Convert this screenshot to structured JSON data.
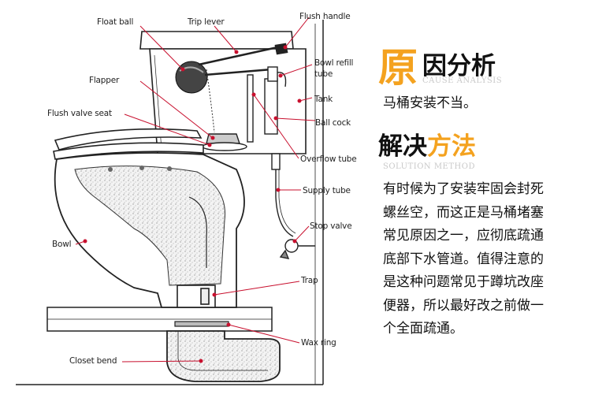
{
  "labels": {
    "float_ball": "Float ball",
    "trip_lever": "Trip lever",
    "flush_handle": "Flush handle",
    "bowl_refill_tube": "Bowl refill\ntube",
    "flapper": "Flapper",
    "tank": "Tank",
    "flush_valve_seat": "Flush valve seat",
    "ball_cock": "Ball cock",
    "overflow_tube": "Overflow tube",
    "supply_tube": "Supply tube",
    "stop_valve": "Stop valve",
    "bowl": "Bowl",
    "trap": "Trap",
    "wax_ring": "Wax ring",
    "closet_bend": "Closet bend"
  },
  "cause": {
    "big_char": "原",
    "title_rest": "因分析",
    "english": "CAUSE ANALYSIS",
    "text": "马桶安装不当。"
  },
  "solution": {
    "title_black": "解决",
    "title_accent": "方法",
    "english": "SOLUTION METHOD",
    "lines": [
      "有时候为了安装牢固会封死",
      "螺丝空，而这正是马桶堵塞",
      "常见原因之一，应彻底疏通",
      "底部下水管道。值得注意的",
      "是这种问题常见于蹲坑改座",
      "便器，所以最好改之前做一",
      "个全面疏通。"
    ]
  },
  "colors": {
    "accent": "#f4a21f",
    "leader": "#c8102e",
    "english_gray": "#c9c9c9",
    "ink": "#111111"
  }
}
